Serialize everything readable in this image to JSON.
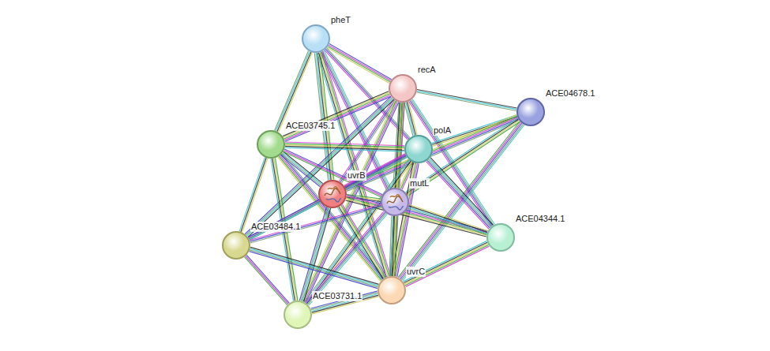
{
  "diagram": {
    "nodes": [
      {
        "text": [
          "pheT"
        ]
      },
      {
        "text": [
          "recA"
        ]
      },
      {
        "text": [
          "ACE04678.1"
        ]
      },
      {
        "text": [
          "ACE03745.1"
        ]
      },
      {
        "text": [
          "polA"
        ]
      },
      {
        "text": [
          "uvrB"
        ]
      },
      {
        "text": [
          "mutL"
        ]
      },
      {
        "text": [
          "ACE04344.1"
        ]
      },
      {
        "text": [
          "ACE03484.1"
        ]
      },
      {
        "text": [
          "uvrC"
        ]
      },
      {
        "text": [
          "ACE03731.1"
        ]
      }
    ],
    "edges": [
      {
        "from": 0,
        "to": 1,
        "arrow": "none"
      },
      {
        "from": 0,
        "to": 3,
        "arrow": "none"
      },
      {
        "from": 0,
        "to": 4,
        "arrow": "none"
      },
      {
        "from": 0,
        "to": 5,
        "arrow": "none"
      },
      {
        "from": 0,
        "to": 6,
        "arrow": "none"
      },
      {
        "from": 0,
        "to": 9,
        "arrow": "none"
      },
      {
        "from": 1,
        "to": 2,
        "arrow": "none"
      },
      {
        "from": 1,
        "to": 3,
        "arrow": "none"
      },
      {
        "from": 1,
        "to": 4,
        "arrow": "none"
      },
      {
        "from": 1,
        "to": 5,
        "arrow": "none"
      },
      {
        "from": 1,
        "to": 6,
        "arrow": "none"
      },
      {
        "from": 1,
        "to": 7,
        "arrow": "none"
      },
      {
        "from": 1,
        "to": 9,
        "arrow": "none"
      },
      {
        "from": 1,
        "to": 8,
        "arrow": "none"
      },
      {
        "from": 1,
        "to": 10,
        "arrow": "none"
      },
      {
        "from": 2,
        "to": 4,
        "arrow": "none"
      },
      {
        "from": 2,
        "to": 5,
        "arrow": "none"
      },
      {
        "from": 2,
        "to": 6,
        "arrow": "none"
      },
      {
        "from": 2,
        "to": 9,
        "arrow": "none"
      },
      {
        "from": 3,
        "to": 4,
        "arrow": "none"
      },
      {
        "from": 3,
        "to": 5,
        "arrow": "none"
      },
      {
        "from": 3,
        "to": 6,
        "arrow": "none"
      },
      {
        "from": 3,
        "to": 8,
        "arrow": "none"
      },
      {
        "from": 3,
        "to": 9,
        "arrow": "none"
      },
      {
        "from": 3,
        "to": 10,
        "arrow": "none"
      },
      {
        "from": 4,
        "to": 5,
        "arrow": "none"
      },
      {
        "from": 4,
        "to": 6,
        "arrow": "none"
      },
      {
        "from": 4,
        "to": 7,
        "arrow": "none"
      },
      {
        "from": 4,
        "to": 9,
        "arrow": "none"
      },
      {
        "from": 4,
        "to": 10,
        "arrow": "none"
      },
      {
        "from": 4,
        "to": 8,
        "arrow": "none"
      },
      {
        "from": 5,
        "to": 6,
        "arrow": "none"
      },
      {
        "from": 5,
        "to": 8,
        "arrow": "none"
      },
      {
        "from": 5,
        "to": 9,
        "arrow": "none"
      },
      {
        "from": 5,
        "to": 10,
        "arrow": "none"
      },
      {
        "from": 5,
        "to": 7,
        "arrow": "none"
      },
      {
        "from": 6,
        "to": 7,
        "arrow": "none"
      },
      {
        "from": 6,
        "to": 8,
        "arrow": "none"
      },
      {
        "from": 6,
        "to": 9,
        "arrow": "none"
      },
      {
        "from": 6,
        "to": 10,
        "arrow": "none"
      },
      {
        "from": 7,
        "to": 9,
        "arrow": "none"
      },
      {
        "from": 8,
        "to": 9,
        "arrow": "none"
      },
      {
        "from": 8,
        "to": 10,
        "arrow": "none"
      },
      {
        "from": 9,
        "to": 10,
        "arrow": "none"
      }
    ]
  }
}
